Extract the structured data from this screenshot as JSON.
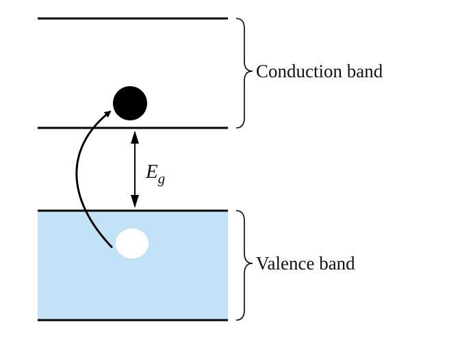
{
  "labels": {
    "conduction_band": "Conduction band",
    "valence_band": "Valence band",
    "gap_symbol": "E",
    "gap_subscript": "g"
  },
  "colors": {
    "valence_fill": "#c2e2f8",
    "line": "#000000",
    "electron": "#000000",
    "hole": "#ffffff"
  }
}
